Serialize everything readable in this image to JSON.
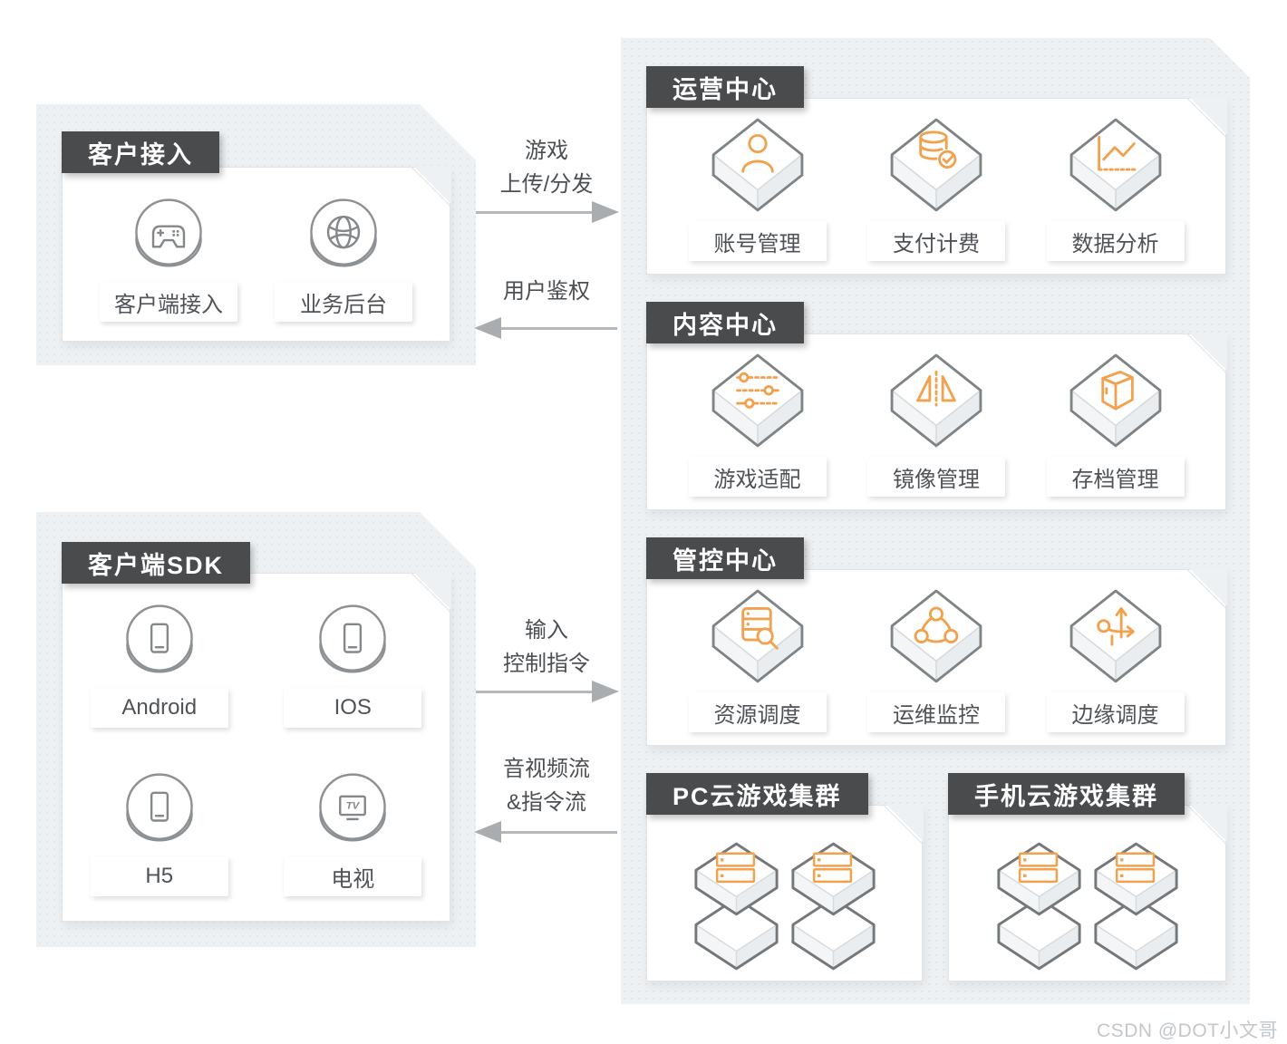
{
  "colors": {
    "accent": "#F2A14F",
    "tab_bg": "#4A4B4D",
    "zone_bg": "#EEF1F3",
    "label_text": "#4F5357",
    "arrow_head": "#A9ADB0",
    "arrow_line": "#B4B8BB",
    "watermark_text": "#C2C7CB"
  },
  "left": {
    "customer_access": {
      "tab": "客户接入",
      "items": [
        {
          "label": "客户端接入",
          "icon": "gamepad-icon"
        },
        {
          "label": "业务后台",
          "icon": "globe-icon"
        }
      ]
    },
    "client_sdk": {
      "tab": "客户端SDK",
      "items": [
        {
          "label": "Android",
          "icon": "phone-icon"
        },
        {
          "label": "IOS",
          "icon": "phone-icon"
        },
        {
          "label": "H5",
          "icon": "phone-icon"
        },
        {
          "label": "电视",
          "icon": "tv-icon"
        }
      ]
    }
  },
  "flows": [
    {
      "lines": [
        "游戏",
        "上传/分发"
      ],
      "direction": "right"
    },
    {
      "lines": [
        "用户鉴权"
      ],
      "direction": "left"
    },
    {
      "lines": [
        "输入",
        "控制指令"
      ],
      "direction": "right"
    },
    {
      "lines": [
        "音视频流",
        "&指令流"
      ],
      "direction": "left"
    }
  ],
  "right": {
    "sections": [
      {
        "tab": "运营中心",
        "items": [
          {
            "label": "账号管理",
            "icon": "user-icon"
          },
          {
            "label": "支付计费",
            "icon": "coins-check-icon"
          },
          {
            "label": "数据分析",
            "icon": "chart-icon"
          }
        ]
      },
      {
        "tab": "内容中心",
        "items": [
          {
            "label": "游戏适配",
            "icon": "sliders-icon"
          },
          {
            "label": "镜像管理",
            "icon": "mirror-icon"
          },
          {
            "label": "存档管理",
            "icon": "archive-box-icon"
          }
        ]
      },
      {
        "tab": "管控中心",
        "items": [
          {
            "label": "资源调度",
            "icon": "server-search-icon"
          },
          {
            "label": "运维监控",
            "icon": "nodes-icon"
          },
          {
            "label": "边缘调度",
            "icon": "route-icon"
          }
        ]
      }
    ],
    "clusters": [
      {
        "tab": "PC云游戏集群",
        "server_stacks": 2
      },
      {
        "tab": "手机云游戏集群",
        "server_stacks": 2
      }
    ]
  },
  "watermark": "CSDN @DOT小文哥"
}
